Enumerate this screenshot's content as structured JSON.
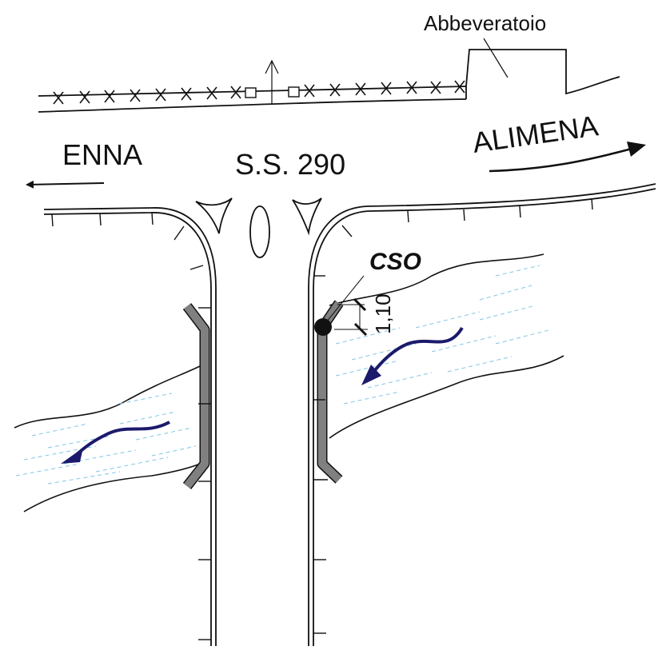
{
  "labels": {
    "trough": "Abbeveratoio",
    "road": "S.S. 290",
    "west": "ENNA",
    "east": "ALIMENA",
    "point": "CSO",
    "dimension": "1,10"
  },
  "colors": {
    "line": "#111111",
    "water_flow": "#1c1a6b",
    "water_hatch": "#7fc6e6",
    "culvert": "#808080"
  },
  "icons": [
    "fence-cross-mark",
    "fence-post-box",
    "north-arrow",
    "direction-arrow",
    "flow-arrow",
    "traffic-island"
  ]
}
